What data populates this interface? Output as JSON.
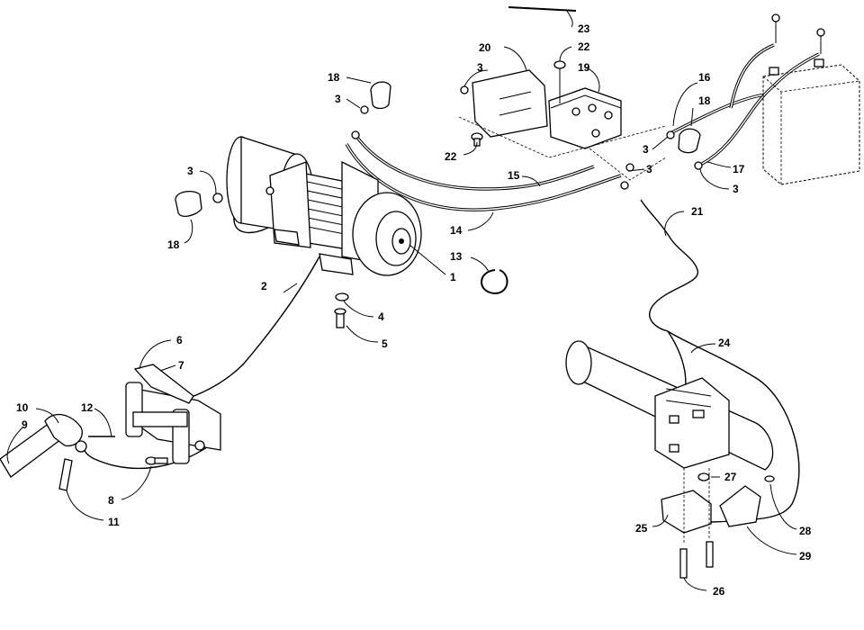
{
  "callouts": [
    {
      "id": "c1",
      "label": "1"
    },
    {
      "id": "c2",
      "label": "2"
    },
    {
      "id": "c3a",
      "label": "3"
    },
    {
      "id": "c3b",
      "label": "3"
    },
    {
      "id": "c3c",
      "label": "3"
    },
    {
      "id": "c3d",
      "label": "3"
    },
    {
      "id": "c3e",
      "label": "3"
    },
    {
      "id": "c3f",
      "label": "3"
    },
    {
      "id": "c4",
      "label": "4"
    },
    {
      "id": "c5",
      "label": "5"
    },
    {
      "id": "c6",
      "label": "6"
    },
    {
      "id": "c7",
      "label": "7"
    },
    {
      "id": "c8",
      "label": "8"
    },
    {
      "id": "c9",
      "label": "9"
    },
    {
      "id": "c10",
      "label": "10"
    },
    {
      "id": "c11",
      "label": "11"
    },
    {
      "id": "c12",
      "label": "12"
    },
    {
      "id": "c13",
      "label": "13"
    },
    {
      "id": "c14",
      "label": "14"
    },
    {
      "id": "c15",
      "label": "15"
    },
    {
      "id": "c16",
      "label": "16"
    },
    {
      "id": "c17",
      "label": "17"
    },
    {
      "id": "c18a",
      "label": "18"
    },
    {
      "id": "c18b",
      "label": "18"
    },
    {
      "id": "c18c",
      "label": "18"
    },
    {
      "id": "c19",
      "label": "19"
    },
    {
      "id": "c20",
      "label": "20"
    },
    {
      "id": "c21",
      "label": "21"
    },
    {
      "id": "c22a",
      "label": "22"
    },
    {
      "id": "c22b",
      "label": "22"
    },
    {
      "id": "c23",
      "label": "23"
    },
    {
      "id": "c24",
      "label": "24"
    },
    {
      "id": "c25",
      "label": "25"
    },
    {
      "id": "c26",
      "label": "26"
    },
    {
      "id": "c27",
      "label": "27"
    },
    {
      "id": "c28",
      "label": "28"
    },
    {
      "id": "c29",
      "label": "29"
    }
  ],
  "colors": {
    "line": "#000000",
    "background": "#ffffff"
  }
}
